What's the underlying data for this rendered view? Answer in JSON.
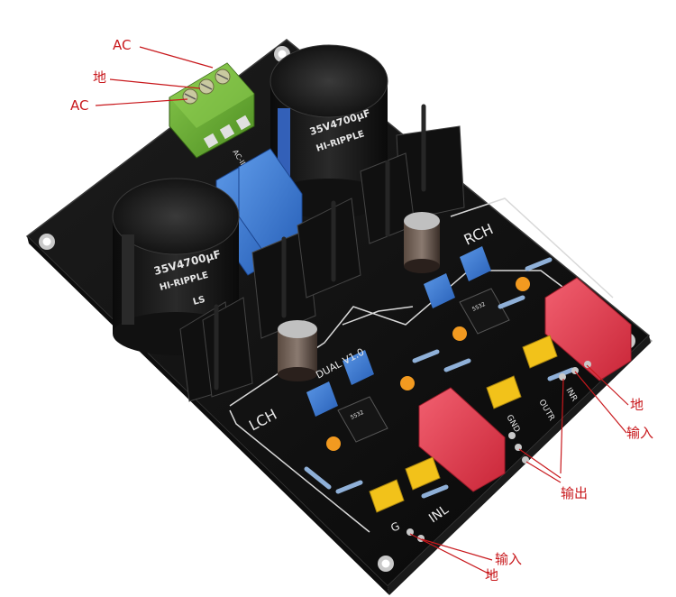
{
  "callouts": {
    "ac_top": "AC",
    "ground_left": "地",
    "ac_bottom": "AC",
    "ground_right": "地",
    "input_right": "输入",
    "output": "输出",
    "input_bottom": "输入",
    "ground_bottom": "地"
  },
  "silkscreen": {
    "rch": "RCH",
    "lch": "LCH",
    "version": "DUAL V1.0",
    "inl": "INL",
    "inr": "INR",
    "outr": "OUTR",
    "gnd": "GND",
    "g": "G",
    "ac_in": "AC-IN"
  },
  "capacitors": {
    "rating": "35V4700μF",
    "series": "HI-RIPPLE",
    "brand": "LS"
  },
  "colors": {
    "callout_red": "#c8181c",
    "pcb_black": "#111111",
    "terminal_green": "#6fb23a",
    "film_cap_blue": "#3a7bd5",
    "mkp_cap_red": "#e23a4a",
    "cap_yellow": "#f2c21a"
  }
}
